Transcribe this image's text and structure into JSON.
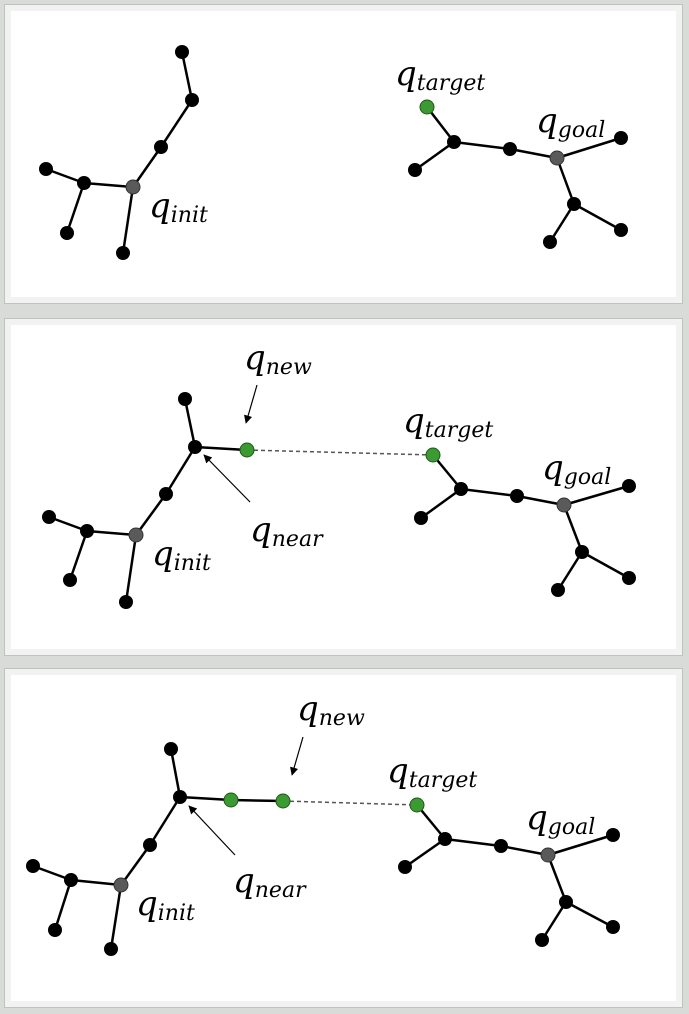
{
  "colors": {
    "node": "#000000",
    "special_node": "#5a5a5a",
    "highlight_node": "#3c9a32",
    "edge": "#000000",
    "connector": "#555555"
  },
  "labels": {
    "init": {
      "q": "q",
      "sub": "init"
    },
    "goal": {
      "q": "q",
      "sub": "goal"
    },
    "target": {
      "q": "q",
      "sub": "target"
    },
    "new": {
      "q": "q",
      "sub": "new"
    },
    "near": {
      "q": "q",
      "sub": "near"
    }
  }
}
